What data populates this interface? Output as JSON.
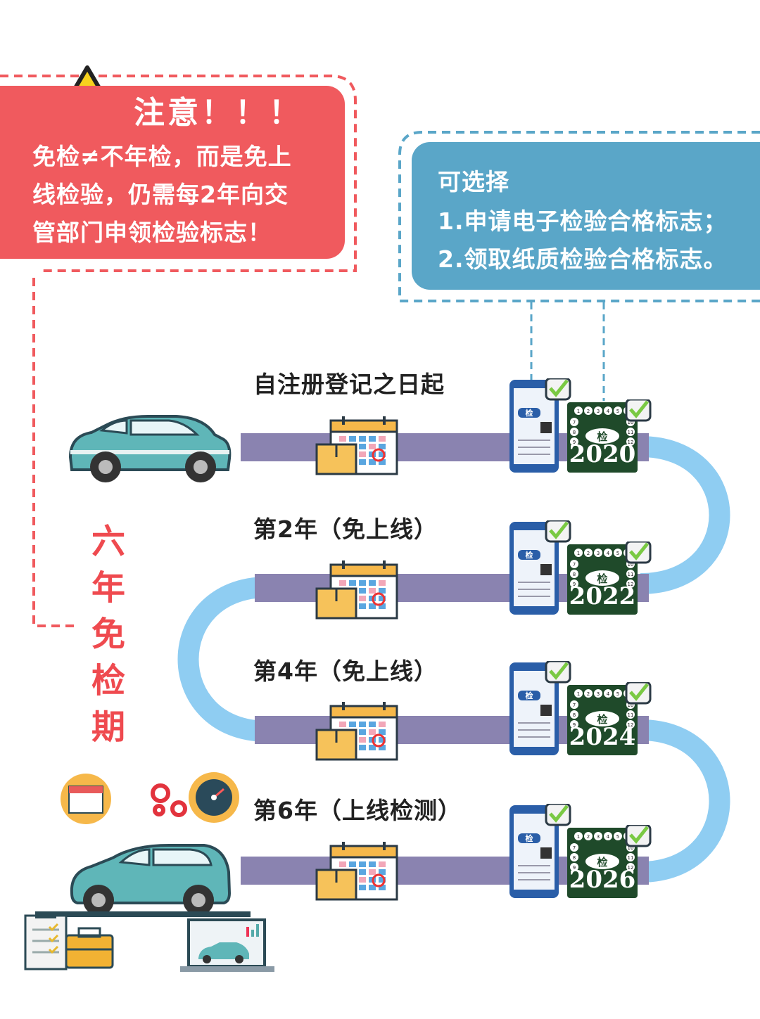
{
  "warning": {
    "title": "注意！！！",
    "lines": [
      "免检≠不年检，而是免上",
      "线检验，仍需每2年向交",
      "管部门申领检验标志！"
    ]
  },
  "options": {
    "lines": [
      "可选择",
      "1.申请电子检验合格标志；",
      "2.领取纸质检验合格标志。"
    ]
  },
  "steps": [
    {
      "label": "自注册登记之日起",
      "year": "2020"
    },
    {
      "label": "第2年（免上线）",
      "year": "2022"
    },
    {
      "label": "第4年（免上线）",
      "year": "2024"
    },
    {
      "label": "第6年（上线检测）",
      "year": "2026"
    }
  ],
  "vertical_title": [
    "六",
    "年",
    "免",
    "检",
    "期"
  ],
  "sticker": {
    "char": "检",
    "numbers": [
      "1",
      "2",
      "3",
      "4",
      "5",
      "6",
      "7",
      "8",
      "9",
      "10",
      "11",
      "12"
    ]
  },
  "colors": {
    "warning": "#f05a5e",
    "options": "#5aa6c8",
    "track": "#8a83b0",
    "connector": "#8fcdf2",
    "title_red": "#ef4a4f",
    "sticker_green": "#1f4a2a",
    "phone_blue": "#2a5ea8"
  }
}
